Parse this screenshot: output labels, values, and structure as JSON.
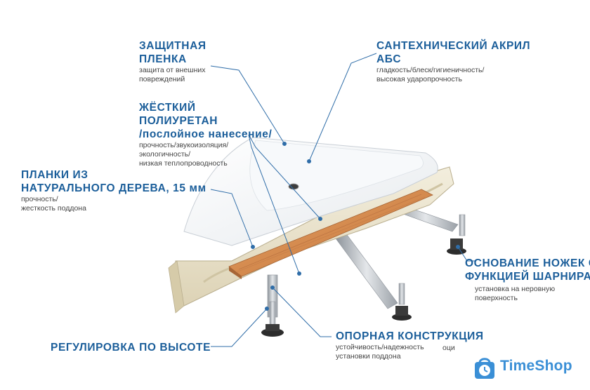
{
  "labels": {
    "protective_film": {
      "title_lines": [
        "ЗАЩИТНАЯ",
        "ПЛЕНКА"
      ],
      "desc_lines": [
        "защита от внешних",
        "повреждений"
      ]
    },
    "sanitary_acrylic": {
      "title_lines": [
        "САНТЕХНИЧЕСКИЙ АКРИЛ",
        "АБС"
      ],
      "desc_lines": [
        "гладкость/блеск/гигиеничность/",
        "высокая ударопрочность"
      ]
    },
    "polyurethane": {
      "title_lines": [
        "ЖЁСТКИЙ",
        "ПОЛИУРЕТАН",
        "/послойное нанесение/"
      ],
      "desc_lines": [
        "прочность/звукоизоляция/",
        "экологичность/",
        "низкая теплопроводность"
      ]
    },
    "wood_planks": {
      "title_lines": [
        "ПЛАНКИ ИЗ",
        "НАТУРАЛЬНОГО ДЕРЕВА, 15 мм"
      ],
      "desc_lines": [
        "прочность/",
        "жесткость поддона"
      ]
    },
    "leg_base": {
      "title_lines": [
        "ОСНОВАНИЕ НОЖЕК С",
        "ФУНКЦИЕЙ ШАРНИРА"
      ],
      "desc_lines": [
        "установка на неровную",
        "поверхность"
      ]
    },
    "support_frame": {
      "title_lines": [
        "ОПОРНАЯ КОНСТРУКЦИЯ"
      ],
      "desc_lines": [
        "устойчивость/надежность",
        "установки поддона"
      ],
      "extra": "оци"
    },
    "height_adjust": {
      "title_lines": [
        "РЕГУЛИРОВКА ПО ВЫСОТЕ"
      ]
    }
  },
  "logo": {
    "text": "TimeShop",
    "icon": "shopping-bag-clock-icon"
  },
  "colors": {
    "accent": "#1b5e9a",
    "leader": "#2f6da8",
    "composite": "#ece6d2",
    "wood": "#d8955a",
    "metal": "#b9bec4"
  }
}
